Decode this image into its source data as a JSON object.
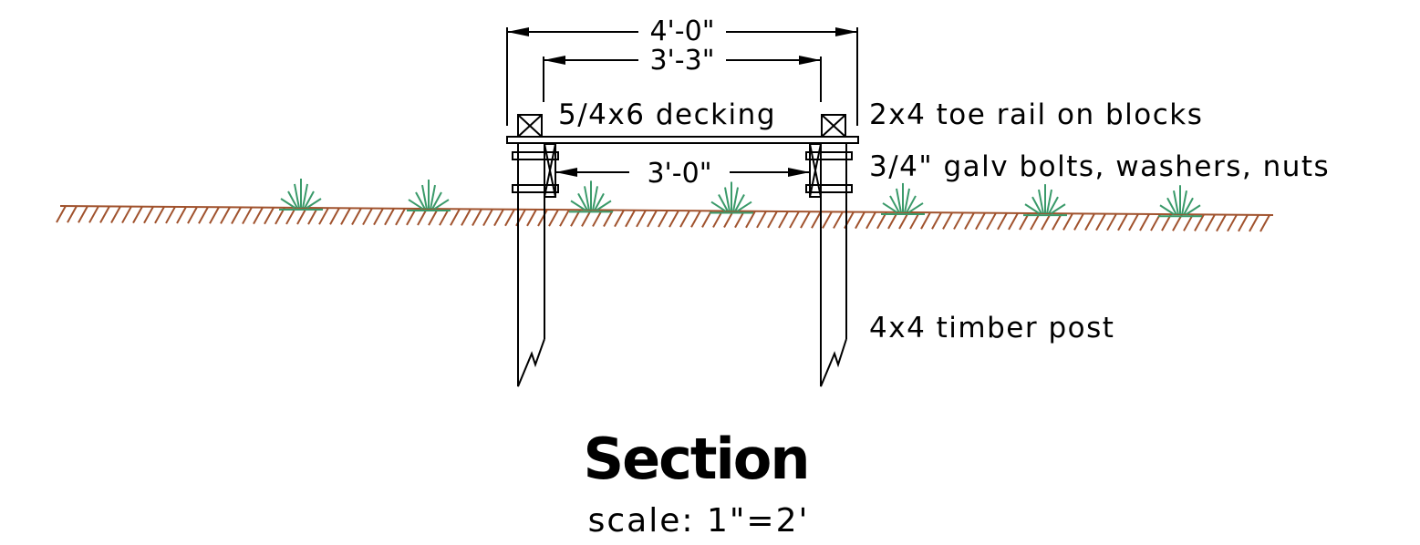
{
  "dimensions": {
    "overall_width": "4'-0\"",
    "rail_spacing": "3'-3\"",
    "post_spacing": "3'-0\""
  },
  "labels": {
    "decking": "5/4x6 decking",
    "toe_rail": "2x4 toe rail on blocks",
    "bolts": "3/4\" galv bolts, washers, nuts",
    "post": "4x4 timber post"
  },
  "title": "Section",
  "scale": "scale:  1\"=2'",
  "colors": {
    "ground": "#a0522d",
    "grass": "#3a9a6a",
    "linework": "#000000"
  }
}
